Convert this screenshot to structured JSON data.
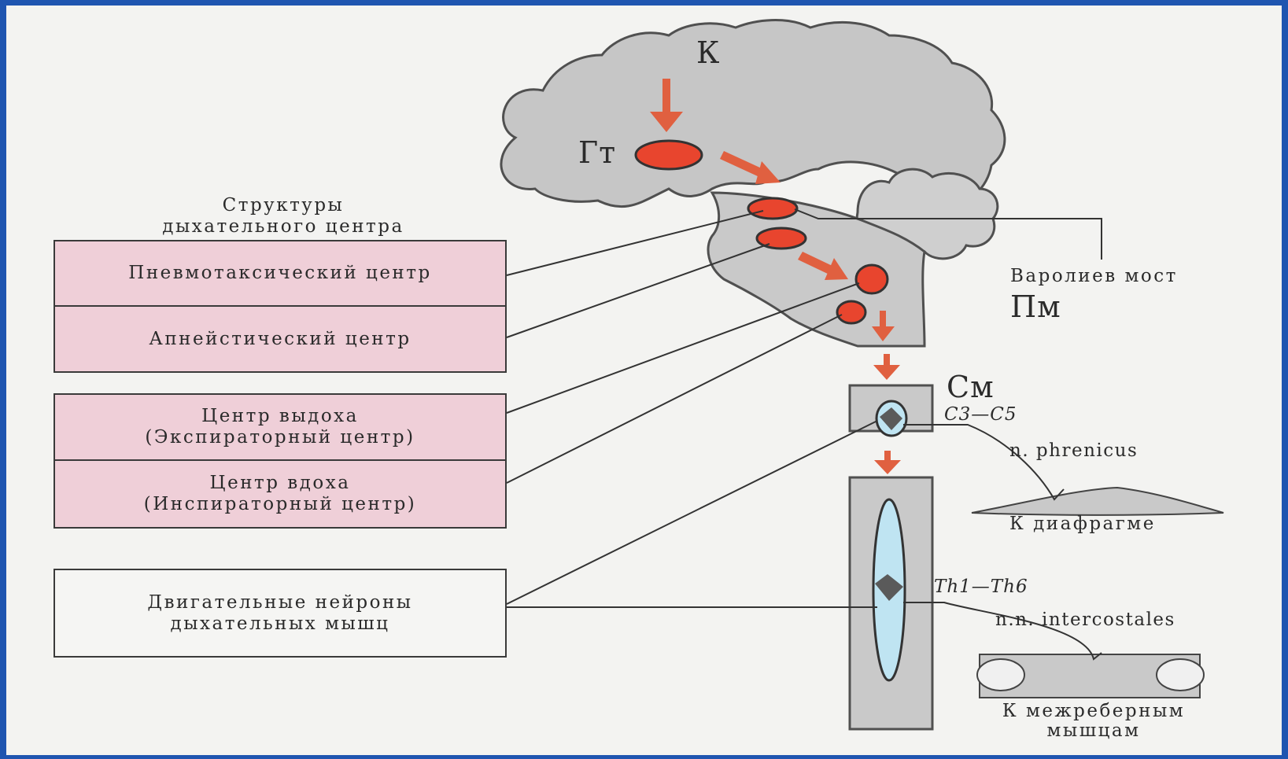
{
  "heading": [
    "Структуры",
    "дыхательного центра"
  ],
  "boxes": {
    "pneumotaxic": "Пневмотаксический центр",
    "apneustic": "Апнейстический центр",
    "expiratory": [
      "Центр выдоха",
      "(Экспираторный центр)"
    ],
    "inspiratory": [
      "Центр вдоха",
      "(Инспираторный центр)"
    ],
    "motor_neurons": [
      "Двигательные нейроны",
      "дыхательных мышц"
    ]
  },
  "labels": {
    "cortex": "К",
    "hypothalamus": "Гт",
    "pons_name": "Варолиев мост",
    "pons_abbr": "Пм",
    "spinal_cord": "См",
    "cervical_segments": "C3—C5",
    "phrenic_nerve": "n. phrenicus",
    "to_diaphragm": "К диафрагме",
    "thoracic_segments": "Th1—Th6",
    "intercostal_nerves": "n.n. intercostales",
    "to_intercostal": [
      "К межреберным",
      "мышцам"
    ]
  },
  "colors": {
    "background": "#1f55b0",
    "panel": "#f3f3f1",
    "box_fill": "#efcfd8",
    "brain_fill": "#c6c6c6",
    "center_fill": "#e8452e",
    "arrow": "#e06040",
    "neuron_fill": "#bfe4f2"
  }
}
